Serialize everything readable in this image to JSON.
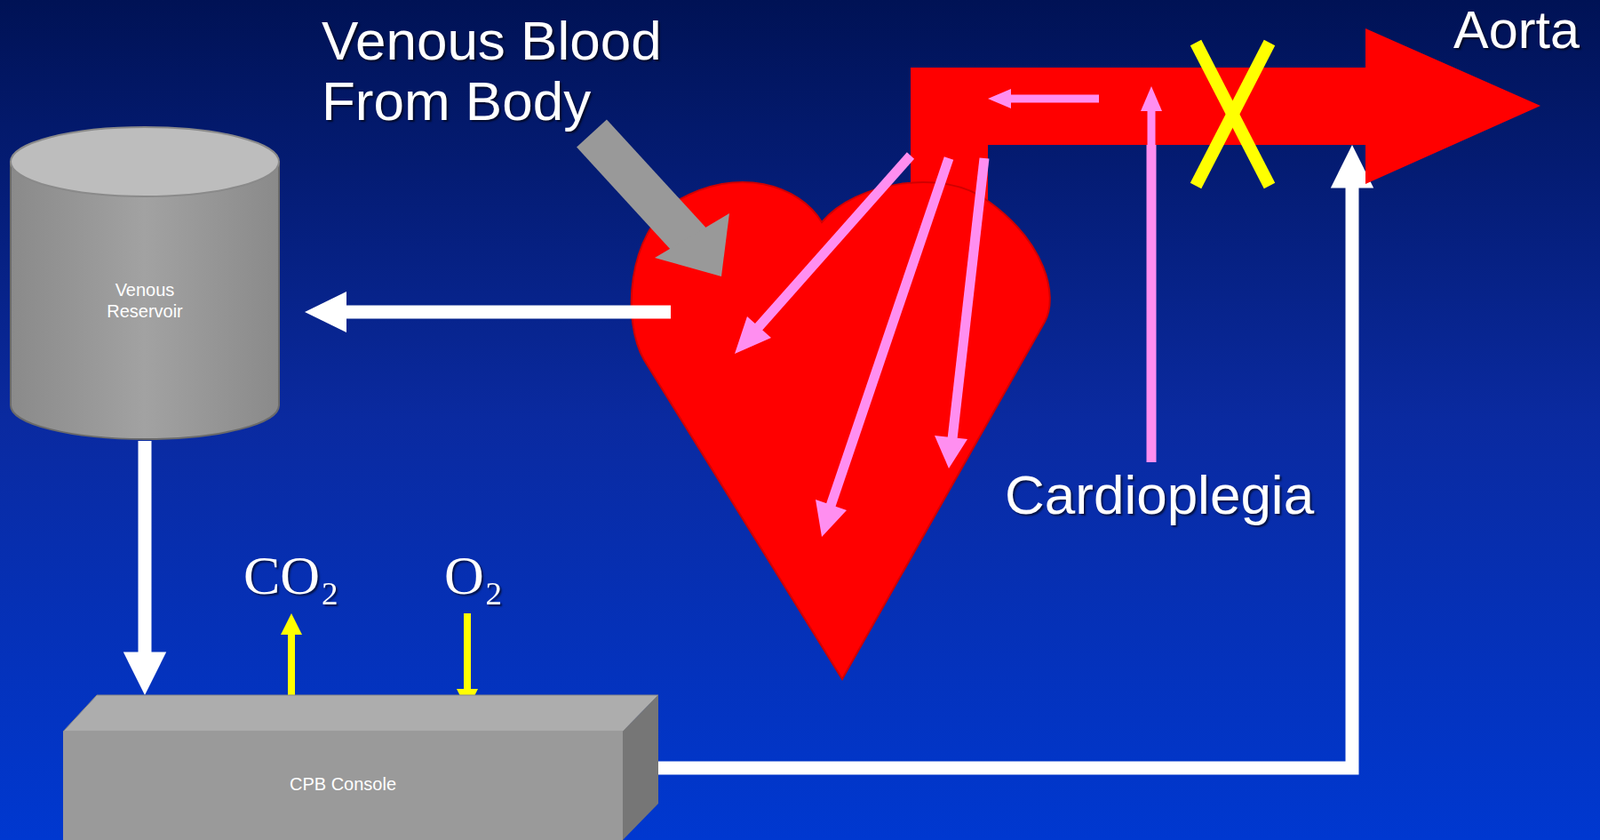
{
  "diagram": {
    "nodes": [
      {
        "text": [
          "Aorta"
        ]
      },
      {
        "text": [
          "Venous Reservoir"
        ]
      },
      {
        "text": [
          "CPB Console"
        ]
      }
    ],
    "edges": [
      {
        "from": 1,
        "to": 2,
        "arrow": "to"
      },
      {
        "from": 2,
        "to": 0,
        "arrow": "to"
      }
    ],
    "labels": [
      "Venous Blood From Body",
      "Cardioplegia",
      "CO₂",
      "O₂"
    ]
  }
}
